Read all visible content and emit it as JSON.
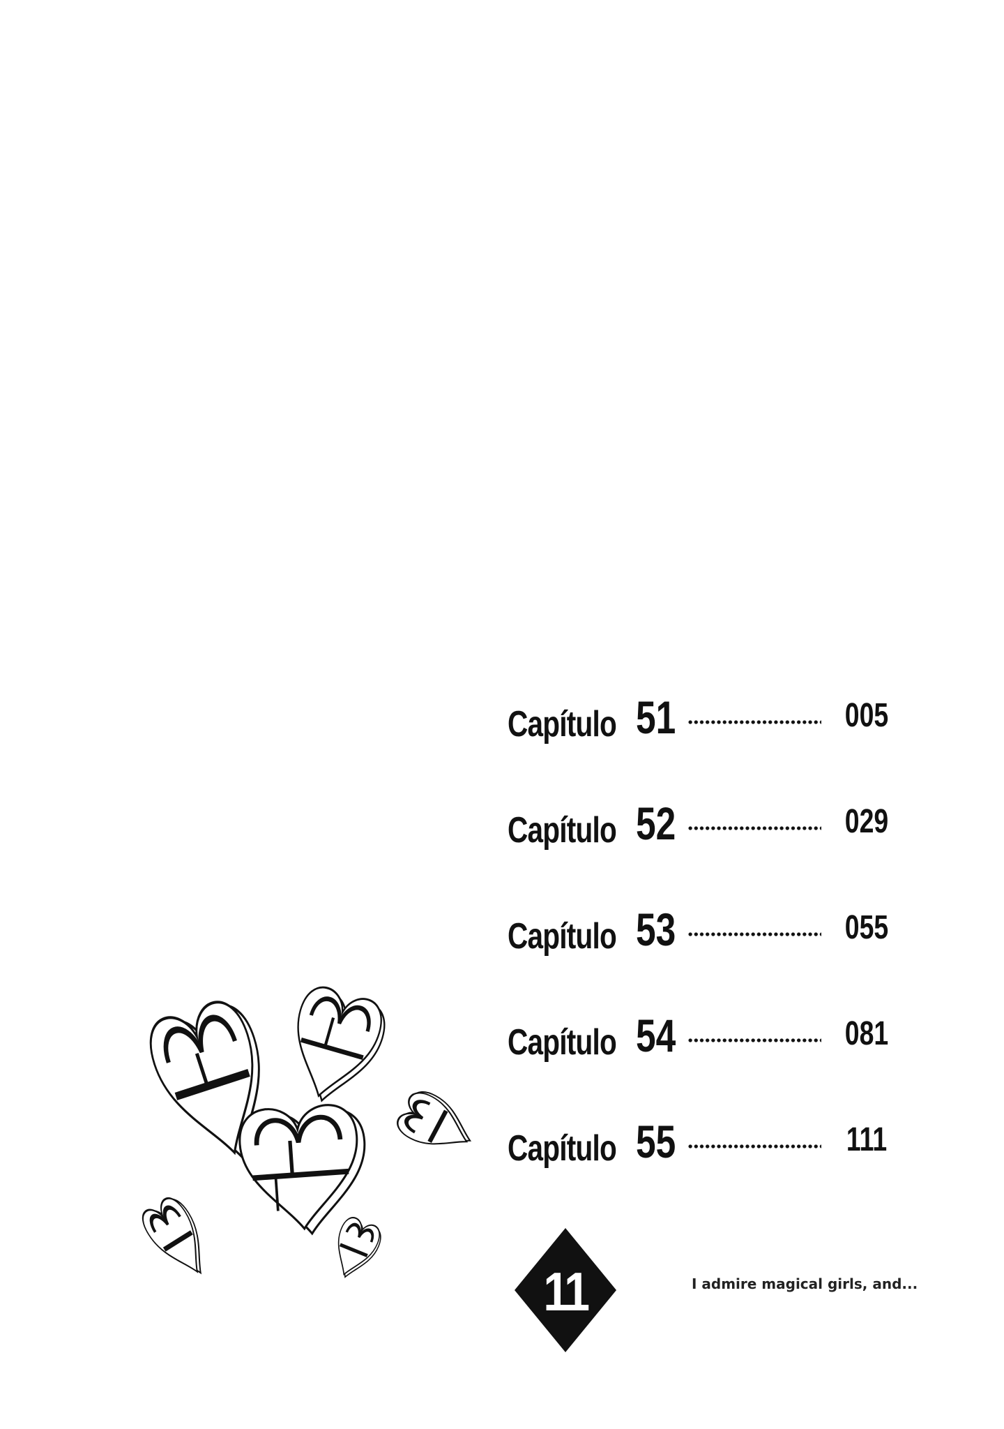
{
  "toc": {
    "chapters": [
      {
        "label": "Capítulo",
        "number": "51",
        "page": "005"
      },
      {
        "label": "Capítulo",
        "number": "52",
        "page": "029"
      },
      {
        "label": "Capítulo",
        "number": "53",
        "page": "055"
      },
      {
        "label": "Capítulo",
        "number": "54",
        "page": "081"
      },
      {
        "label": "Capítulo",
        "number": "55",
        "page": "111"
      }
    ]
  },
  "volume": {
    "number": "11"
  },
  "series_title": "I admire magical girls, and...",
  "colors": {
    "ink": "#111111",
    "paper": "#ffffff"
  },
  "decorations": {
    "hearts_icon": "hearts-cluster-illustration"
  }
}
